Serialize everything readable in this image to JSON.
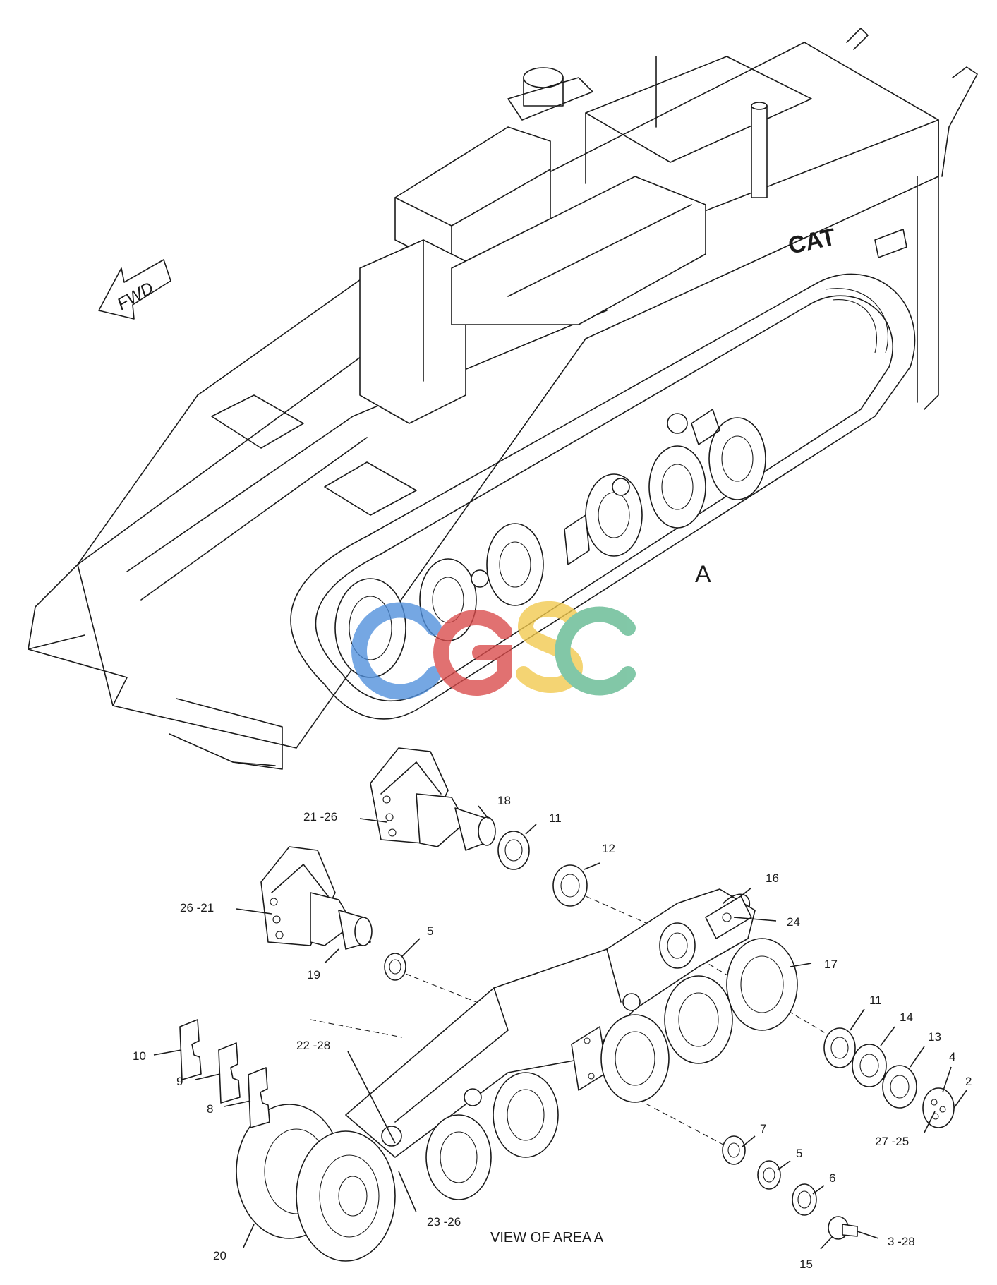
{
  "diagram": {
    "forward_arrow_label": "FWD",
    "brand_mark": "CAT",
    "area_label": "A",
    "caption": "VIEW OF AREA A",
    "watermark": {
      "text": "CGSC",
      "colors": [
        "#4f8fdc",
        "#d94a4a",
        "#f2c94c",
        "#5fb88f"
      ]
    },
    "callouts": {
      "c18": "18",
      "c21_26": "21 -26",
      "c11_top": "11",
      "c12": "12",
      "c16": "16",
      "c24": "24",
      "c26_21": "26 -21",
      "c5_top": "5",
      "c19": "19",
      "c17": "17",
      "c11_right": "11",
      "c14": "14",
      "c13": "13",
      "c4": "4",
      "c2": "2",
      "c27_25": "27 -25",
      "c10": "10",
      "c9": "9",
      "c8": "8",
      "c22_28": "22 -28",
      "c7": "7",
      "c5_bottom": "5",
      "c6": "6",
      "c23_26": "23 -26",
      "c20": "20",
      "c15": "15",
      "c3_28": "3 -28"
    }
  }
}
